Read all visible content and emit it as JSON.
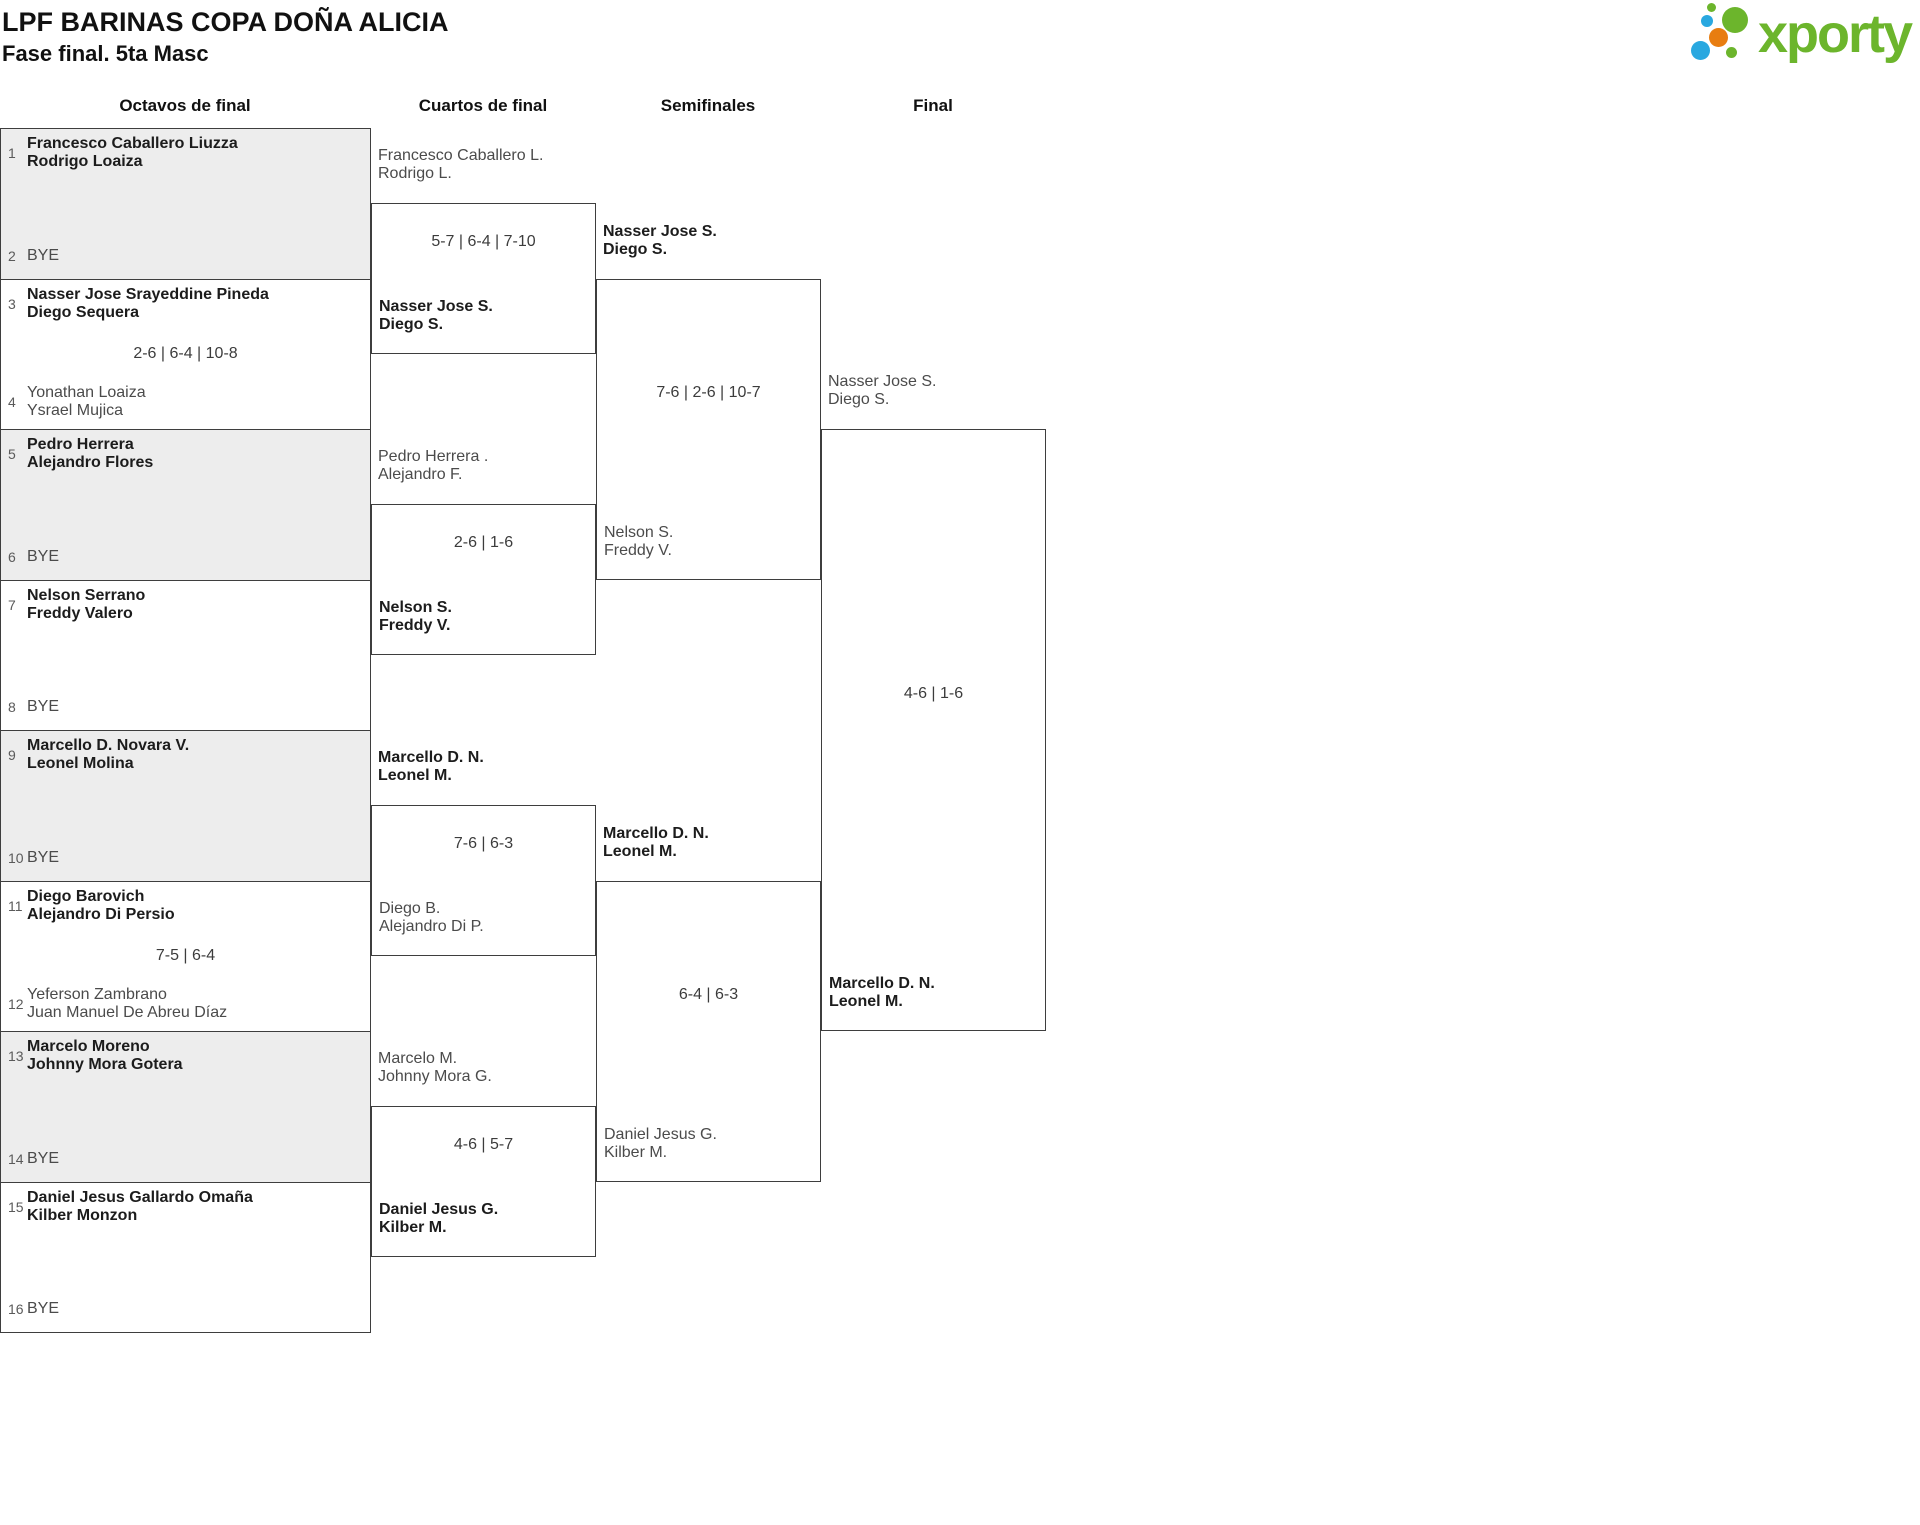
{
  "header": {
    "title": "LPF BARINAS COPA DOÑA ALICIA",
    "subtitle": "Fase final. 5ta Masc"
  },
  "logo": {
    "text": "xporty",
    "green": "#6cb52c",
    "blue": "#29a8e0",
    "orange": "#e87d10"
  },
  "round_headers": [
    "Octavos de final",
    "Cuartos de final",
    "Semifinales",
    "Final"
  ],
  "colors": {
    "winner_text": "#1c1c1c",
    "loser_text": "#4b4b4b",
    "border": "#3e3e3e",
    "bye_box_fill": "#ededed"
  },
  "bracket": {
    "round_of_16": [
      {
        "top": {
          "seed": "1",
          "lines": [
            "Francesco Caballero Liuzza",
            "Rodrigo Loaiza"
          ],
          "winner": true
        },
        "bottom": {
          "seed": "2",
          "lines": [
            "BYE"
          ],
          "winner": false
        },
        "score": ""
      },
      {
        "top": {
          "seed": "3",
          "lines": [
            "Nasser Jose Srayeddine Pineda",
            "Diego Sequera"
          ],
          "winner": true
        },
        "bottom": {
          "seed": "4",
          "lines": [
            "Yonathan Loaiza",
            "Ysrael Mujica"
          ],
          "winner": false
        },
        "score": "2-6 | 6-4 | 10-8"
      },
      {
        "top": {
          "seed": "5",
          "lines": [
            "Pedro Herrera",
            "Alejandro Flores"
          ],
          "winner": true
        },
        "bottom": {
          "seed": "6",
          "lines": [
            "BYE"
          ],
          "winner": false
        },
        "score": ""
      },
      {
        "top": {
          "seed": "7",
          "lines": [
            "Nelson Serrano",
            "Freddy Valero"
          ],
          "winner": true
        },
        "bottom": {
          "seed": "8",
          "lines": [
            "BYE"
          ],
          "winner": false
        },
        "score": ""
      },
      {
        "top": {
          "seed": "9",
          "lines": [
            "Marcello D. Novara V.",
            "Leonel Molina"
          ],
          "winner": true
        },
        "bottom": {
          "seed": "10",
          "lines": [
            "BYE"
          ],
          "winner": false
        },
        "score": ""
      },
      {
        "top": {
          "seed": "11",
          "lines": [
            "Diego Barovich",
            "Alejandro Di Persio"
          ],
          "winner": true
        },
        "bottom": {
          "seed": "12",
          "lines": [
            "Yeferson Zambrano",
            "Juan Manuel De Abreu Díaz"
          ],
          "winner": false
        },
        "score": "7-5 | 6-4"
      },
      {
        "top": {
          "seed": "13",
          "lines": [
            "Marcelo Moreno",
            "Johnny Mora Gotera"
          ],
          "winner": true
        },
        "bottom": {
          "seed": "14",
          "lines": [
            "BYE"
          ],
          "winner": false
        },
        "score": ""
      },
      {
        "top": {
          "seed": "15",
          "lines": [
            "Daniel Jesus Gallardo Omaña",
            "Kilber Monzon"
          ],
          "winner": true
        },
        "bottom": {
          "seed": "16",
          "lines": [
            "BYE"
          ],
          "winner": false
        },
        "score": ""
      }
    ],
    "quarterfinals": [
      {
        "top": {
          "lines": [
            "Francesco Caballero L.",
            "Rodrigo L."
          ],
          "winner": false
        },
        "bottom": {
          "lines": [
            "Nasser Jose S.",
            "Diego S."
          ],
          "winner": true
        },
        "score": "5-7 | 6-4 | 7-10"
      },
      {
        "top": {
          "lines": [
            "Pedro Herrera .",
            "Alejandro F."
          ],
          "winner": false
        },
        "bottom": {
          "lines": [
            "Nelson S.",
            "Freddy V."
          ],
          "winner": true
        },
        "score": "2-6 | 1-6"
      },
      {
        "top": {
          "lines": [
            "Marcello D. N.",
            "Leonel M."
          ],
          "winner": true
        },
        "bottom": {
          "lines": [
            "Diego B.",
            "Alejandro Di P."
          ],
          "winner": false
        },
        "score": "7-6 | 6-3"
      },
      {
        "top": {
          "lines": [
            "Marcelo M.",
            "Johnny Mora G."
          ],
          "winner": false
        },
        "bottom": {
          "lines": [
            "Daniel Jesus G.",
            "Kilber M."
          ],
          "winner": true
        },
        "score": "4-6 | 5-7"
      }
    ],
    "semifinals": [
      {
        "top": {
          "lines": [
            "Nasser Jose S.",
            "Diego S."
          ],
          "winner": true
        },
        "bottom": {
          "lines": [
            "Nelson S.",
            "Freddy V."
          ],
          "winner": false
        },
        "score": "7-6 | 2-6 | 10-7"
      },
      {
        "top": {
          "lines": [
            "Marcello D. N.",
            "Leonel M."
          ],
          "winner": true
        },
        "bottom": {
          "lines": [
            "Daniel Jesus G.",
            "Kilber M."
          ],
          "winner": false
        },
        "score": "6-4 | 6-3"
      }
    ],
    "final": [
      {
        "top": {
          "lines": [
            "Nasser Jose S.",
            "Diego S."
          ],
          "winner": false
        },
        "bottom": {
          "lines": [
            "Marcello D. N.",
            "Leonel M."
          ],
          "winner": true
        },
        "score": "4-6 | 1-6"
      }
    ]
  }
}
